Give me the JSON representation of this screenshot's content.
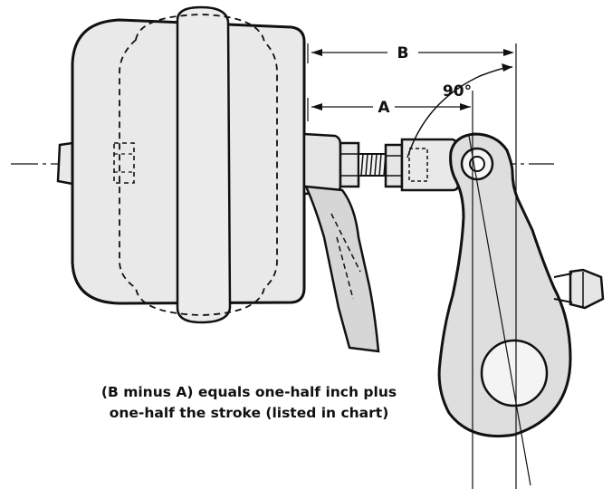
{
  "labels": {
    "dimension_b": "B",
    "dimension_a": "A",
    "angle": "90°"
  },
  "caption": {
    "line1": "(B minus A) equals one-half inch plus",
    "line2": "one-half the stroke (listed in chart)"
  },
  "colors": {
    "ink": "#111111",
    "housing": "#e9e9e9",
    "arm": "#dcdcdc",
    "paper": "#ffffff"
  }
}
